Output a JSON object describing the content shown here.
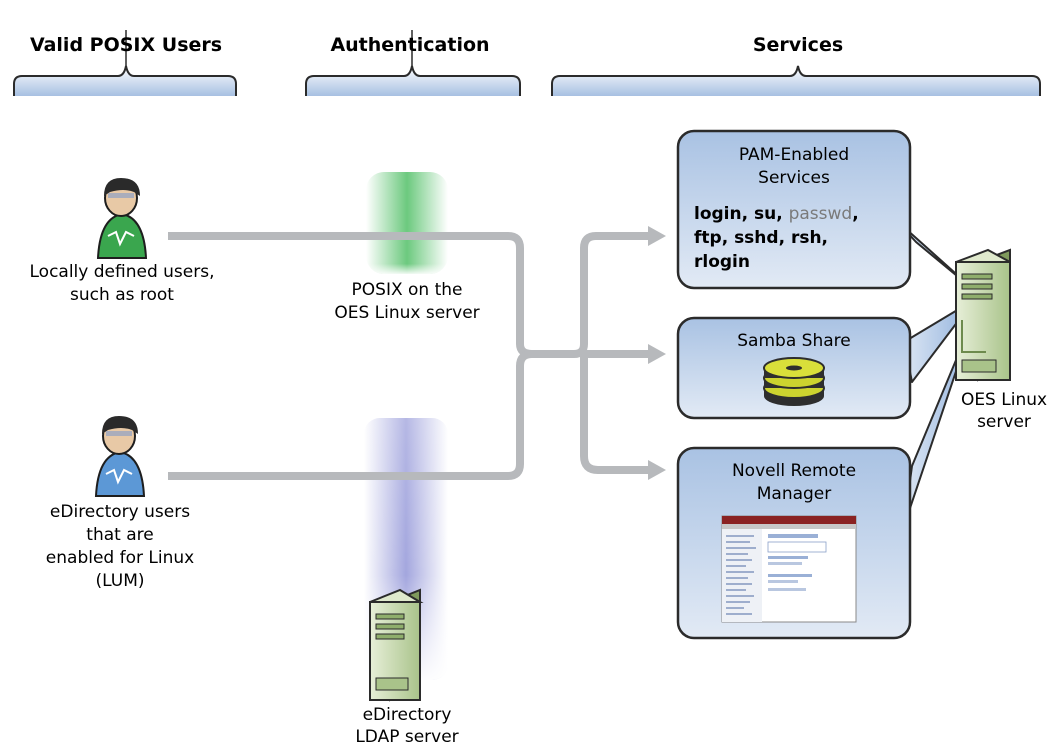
{
  "headers": {
    "users": "Valid POSIX Users",
    "auth": "Authentication",
    "services": "Services"
  },
  "users": {
    "local": [
      "Locally defined users,",
      "such as root"
    ],
    "edir": [
      "eDirectory users",
      "that are",
      "enabled for Linux",
      "(LUM)"
    ]
  },
  "auth": {
    "posix": [
      "POSIX on the",
      "OES Linux server"
    ],
    "ldap": [
      "eDirectory",
      "LDAP server"
    ]
  },
  "services": {
    "pam": {
      "title": [
        "PAM-Enabled",
        "Services"
      ],
      "cmd_line1_a": "login, su, ",
      "cmd_line1_b": "passwd",
      "cmd_line1_c": ",",
      "cmd_line2": "ftp, sshd, rsh,",
      "cmd_line3": "rlogin"
    },
    "samba": {
      "title": "Samba Share"
    },
    "nrm": {
      "title": [
        "Novell Remote",
        "Manager"
      ]
    }
  },
  "server": {
    "label": [
      "OES Linux",
      "server"
    ]
  },
  "colors": {
    "arrow": "#b7b9bc",
    "bracket_fill": "#c5d6ec",
    "bracket_stroke": "#2b2b2b",
    "panel_top": "#a9c2e3",
    "panel_bottom": "#dde7f4",
    "posix_green": "#6cc97e",
    "ldap_blue": "#a3a6de",
    "server_green": "#c9dcae"
  },
  "icons": [
    "user-green-icon",
    "user-blue-icon",
    "server-icon",
    "disk-stack-icon",
    "nrm-screenshot-icon"
  ]
}
